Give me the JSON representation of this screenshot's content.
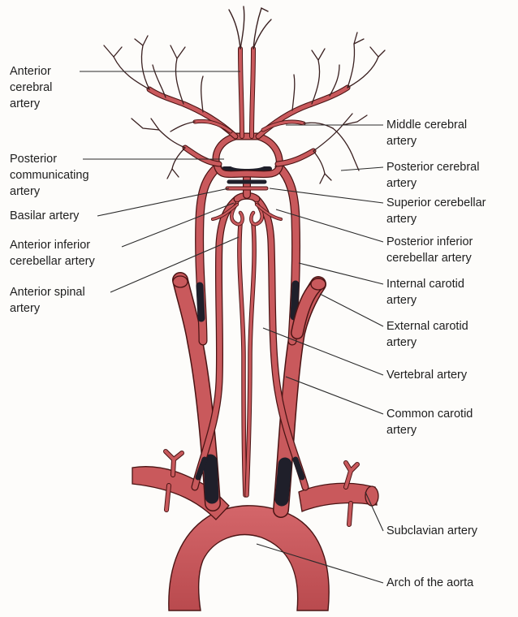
{
  "colors": {
    "artery_fill": "#c9595c",
    "artery_edge": "#4a1414",
    "dark_band": "#1f1f2a",
    "background": "#fdfcfa",
    "label_text": "#1e1e1e"
  },
  "labels": {
    "left": {
      "anterior_cerebral": "Anterior\ncerebral\nartery",
      "posterior_communicating": "Posterior\ncommunicating\nartery",
      "basilar": "Basilar artery",
      "anterior_inferior_cerebellar": "Anterior inferior\ncerebellar artery",
      "anterior_spinal": "Anterior spinal\nartery"
    },
    "right": {
      "middle_cerebral": "Middle cerebral\nartery",
      "posterior_cerebral": "Posterior cerebral\nartery",
      "superior_cerebellar": "Superior cerebellar\nartery",
      "posterior_inferior_cerebellar": "Posterior inferior\ncerebellar artery",
      "internal_carotid": "Internal carotid\nartery",
      "external_carotid": "External carotid\nartery",
      "vertebral": "Vertebral artery",
      "common_carotid": "Common carotid\nartery",
      "subclavian": "Subclavian artery",
      "arch_of_aorta": "Arch of the aorta"
    }
  }
}
